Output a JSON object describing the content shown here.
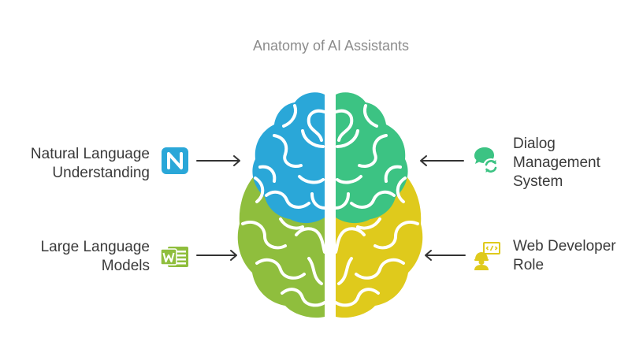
{
  "title": "Anatomy of AI Assistants",
  "labels": {
    "nlu": {
      "line1": "Natural Language",
      "line2": "Understanding"
    },
    "llm": {
      "line1": "Large Language",
      "line2": "Models"
    },
    "dialog": {
      "line1": "Dialog",
      "line2": "Management",
      "line3": "System"
    },
    "webdev": {
      "line1": "Web Developer",
      "line2": "Role"
    }
  },
  "icons": {
    "nlu": "n-logo-icon",
    "llm": "word-document-icon",
    "dialog": "chat-refresh-icon",
    "webdev": "developer-icon",
    "nlu_letter": "N",
    "llm_letter": "W"
  },
  "colors": {
    "blue": "#2aa7d8",
    "teal": "#3cc383",
    "green": "#8fbe3d",
    "yellow": "#dfca1c",
    "arrow": "#333333",
    "title": "#8c8c8c"
  }
}
